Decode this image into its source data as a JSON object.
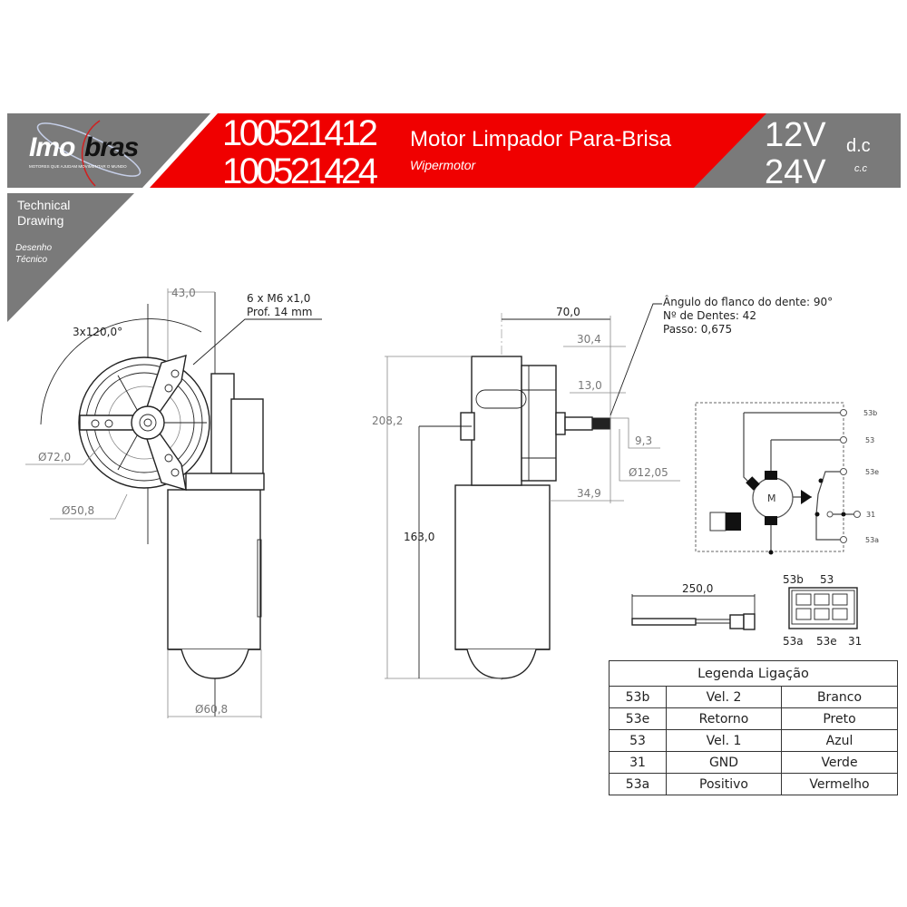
{
  "header": {
    "brand": "Imobras",
    "brand_tagline": "MOTORES QUE AJUDAM MOVIMENTAR O MUNDO",
    "part_numbers": [
      "100521412",
      "100521424"
    ],
    "title": "Motor Limpador Para-Brisa",
    "subtitle": "Wipermotor",
    "voltages": [
      "12V",
      "24V"
    ],
    "current_types": [
      "d.c",
      "c.c"
    ],
    "colors": {
      "red": "#f00000",
      "gray": "#7a7a7a"
    }
  },
  "section": {
    "title_en_1": "Technical",
    "title_en_2": "Drawing",
    "title_pt_1": "Desenho",
    "title_pt_2": "Técnico"
  },
  "front_view": {
    "dim_43": "43,0",
    "thread_1": "6 x M6 x1,0",
    "thread_2": "Prof. 14 mm",
    "angle": "3x120,0°",
    "dia_72": "Ø72,0",
    "dia_50": "Ø50,8",
    "dia_60": "Ø60,8"
  },
  "side_view": {
    "d70": "70,0",
    "d30": "30,4",
    "d13": "13,0",
    "d9": "9,3",
    "d12": "Ø12,05",
    "d34": "34,9",
    "d208": "208,2",
    "d163": "163,0",
    "spec_1": "Ângulo do flanco do dente: 90°",
    "spec_2": "Nº de Dentes: 42",
    "spec_3": "Passo: 0,675"
  },
  "schematic": {
    "motor_label": "M",
    "terminals": [
      "53b",
      "53",
      "53e",
      "31",
      "53a"
    ]
  },
  "cable": {
    "length": "250,0"
  },
  "connector": {
    "top_labels": [
      "53b",
      "53"
    ],
    "bottom_labels": [
      "53a",
      "53e",
      "31"
    ]
  },
  "legend": {
    "title": "Legenda Ligação",
    "rows": [
      [
        "53b",
        "Vel. 2",
        "Branco"
      ],
      [
        "53e",
        "Retorno",
        "Preto"
      ],
      [
        "53",
        "Vel. 1",
        "Azul"
      ],
      [
        "31",
        "GND",
        "Verde"
      ],
      [
        "53a",
        "Positivo",
        "Vermelho"
      ]
    ]
  }
}
